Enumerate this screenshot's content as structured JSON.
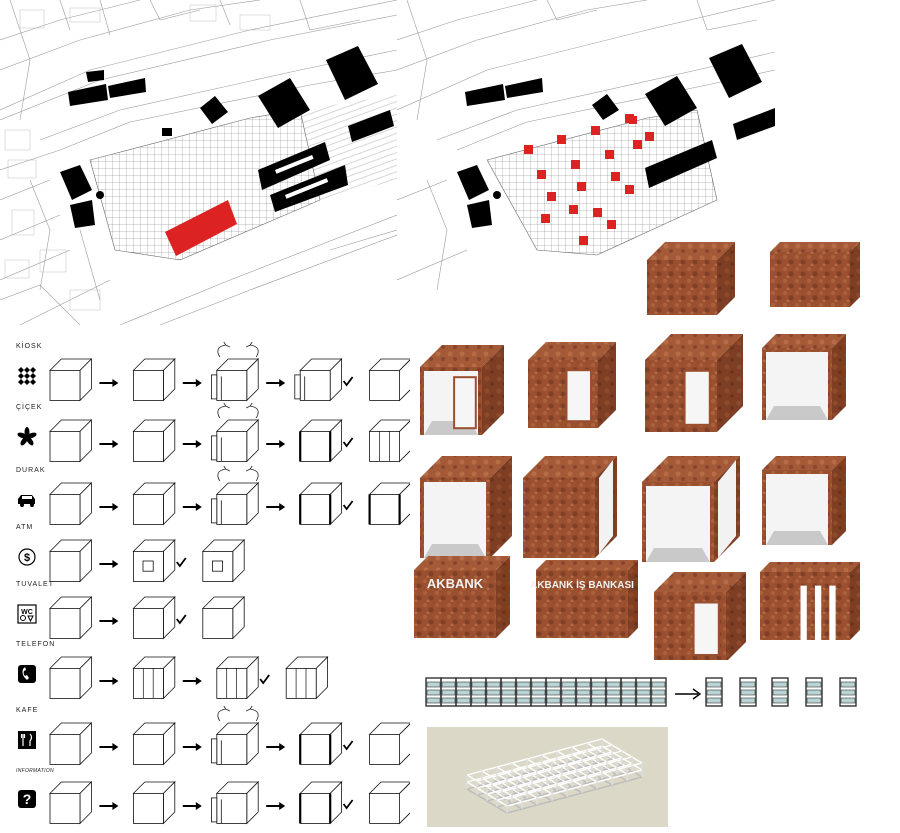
{
  "colors": {
    "rust": "#9a4f2e",
    "rust_dark": "#6e3620",
    "highlight": "#dd2222",
    "map_line": "#8a8a8a",
    "panel_bg": "#dcd8c8"
  },
  "rows": [
    {
      "label": "KİOSK",
      "icon": "kiosk-pattern-icon"
    },
    {
      "label": "ÇİÇEK",
      "icon": "flower-icon"
    },
    {
      "label": "DURAK",
      "icon": "car-icon"
    },
    {
      "label": "ATM",
      "icon": "dollar-coin-icon"
    },
    {
      "label": "TUVALET",
      "icon": "wc-icon"
    },
    {
      "label": "TELEFON",
      "icon": "phone-icon"
    },
    {
      "label": "KAFE",
      "icon": "fork-knife-icon"
    },
    {
      "label": "INFORMATION",
      "icon": "question-icon"
    }
  ],
  "signs": {
    "akbank": "AKBANK",
    "isbankasi": "İŞ BANKASI"
  }
}
